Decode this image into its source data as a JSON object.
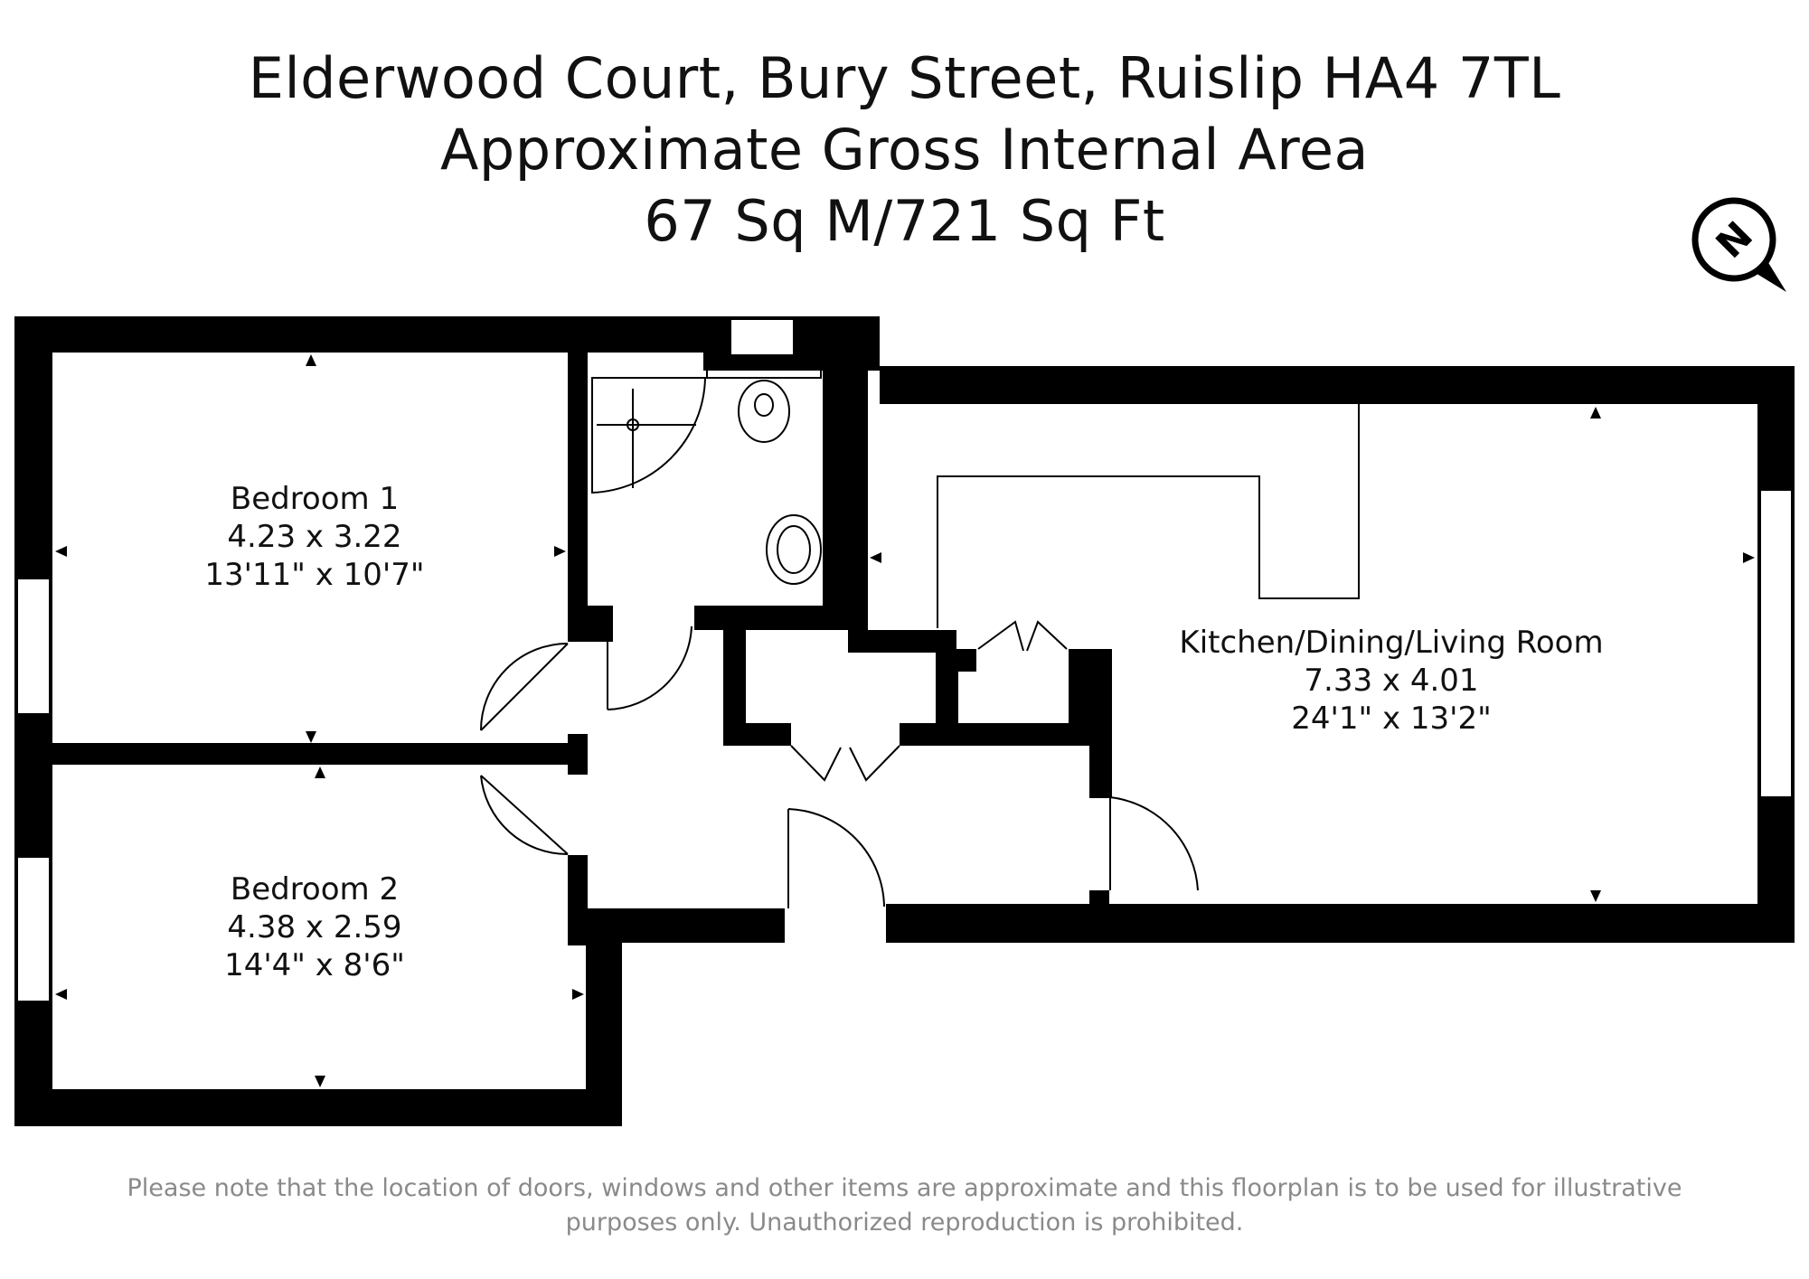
{
  "header": {
    "line1": "Elderwood Court, Bury Street, Ruislip HA4 7TL",
    "line2": "Approximate Gross Internal Area",
    "line3": "67 Sq M/721 Sq Ft"
  },
  "compass": {
    "icon": "north-arrow-icon",
    "letter": "N"
  },
  "rooms": [
    {
      "name": "Bedroom 1",
      "metric": "4.23 x 3.22",
      "imperial": "13'11\" x 10'7\""
    },
    {
      "name": "Bedroom 2",
      "metric": "4.38 x 2.59",
      "imperial": "14'4\" x 8'6\""
    },
    {
      "name": "Kitchen/Dining/Living Room",
      "metric": "7.33 x 4.01",
      "imperial": "24'1\" x 13'2\""
    }
  ],
  "footer": {
    "disclaimer_line1": "Please note that the location of doors, windows and other items are approximate and this floorplan is to be used for illustrative",
    "disclaimer_line2": "purposes only. Unauthorized reproduction is prohibited."
  },
  "colors": {
    "wall": "#000000",
    "background": "#ffffff",
    "disclaimer": "#8a8a8a"
  }
}
